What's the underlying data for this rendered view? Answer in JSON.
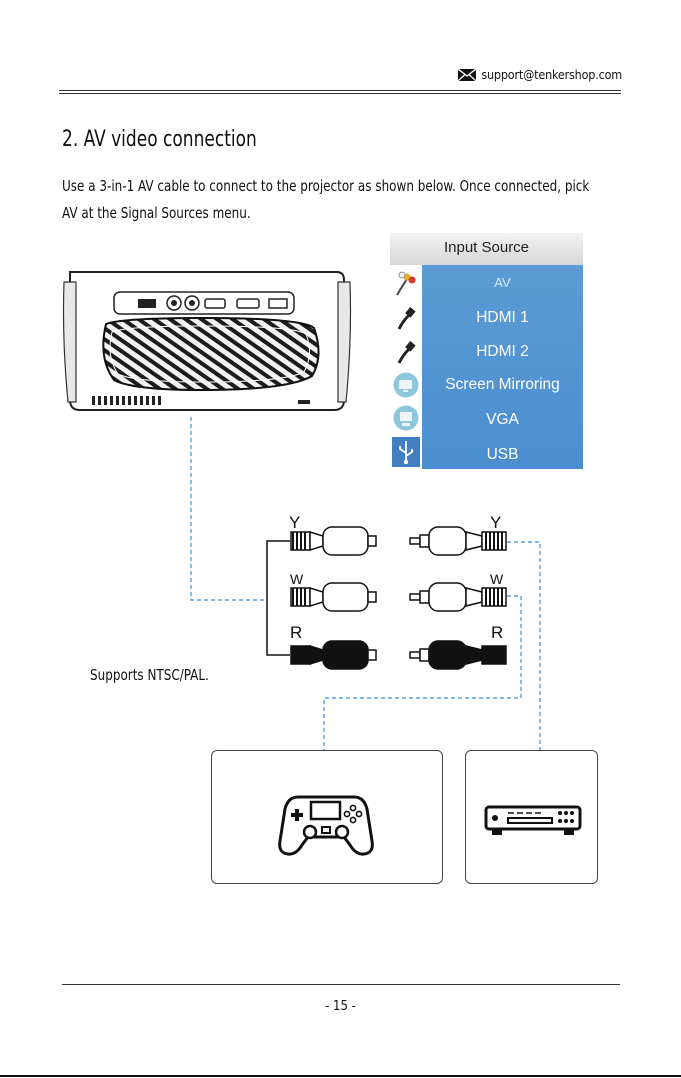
{
  "header": {
    "email": "support@tenkershop.com",
    "mail_icon": "envelope-icon"
  },
  "section": {
    "title": "2. AV video connection",
    "intro": "Use a 3-in-1 AV cable to connect to the projector as shown below. Once connected, pick AV at the Signal Sources menu."
  },
  "menu": {
    "title": "Input Source",
    "items": [
      {
        "label": "AV",
        "icon": "av-cable-icon"
      },
      {
        "label": "HDMI 1",
        "icon": "hdmi-cable-icon"
      },
      {
        "label": "HDMI 2",
        "icon": "hdmi-cable-icon"
      },
      {
        "label": "Screen Mirroring",
        "icon": "screen-mirroring-icon"
      },
      {
        "label": "VGA",
        "icon": "vga-icon"
      },
      {
        "label": "USB",
        "icon": "usb-icon"
      }
    ]
  },
  "cable": {
    "y": "Y",
    "w": "W",
    "r": "R"
  },
  "note": "Supports NTSC/PAL.",
  "footer": {
    "page": "- 15 -"
  }
}
